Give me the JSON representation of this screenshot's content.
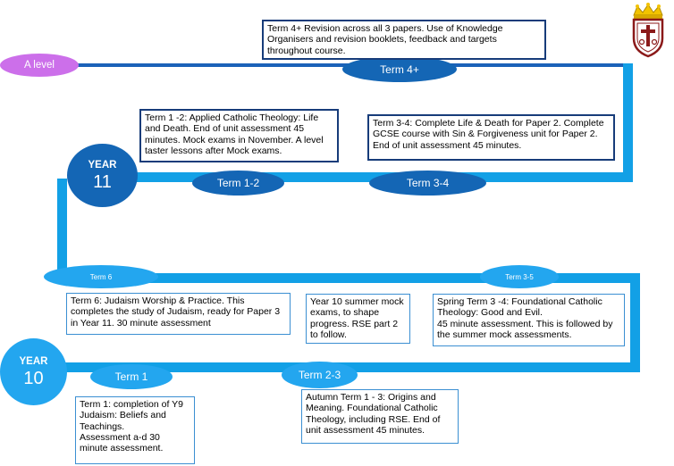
{
  "labels": {
    "a_level": "A level",
    "term_4plus": "Term 4+",
    "term_1_2": "Term 1-2",
    "term_3_4": "Term 3-4",
    "term_6": "Term 6",
    "term_3_5": "Term 3-5",
    "term_1": "Term 1",
    "term_2_3": "Term 2-3"
  },
  "years": {
    "y11_word": "YEAR",
    "y11_num": "11",
    "y10_word": "YEAR",
    "y10_num": "10"
  },
  "boxes": {
    "term4plus": "Term 4+ Revision across all 3 papers. Use of Knowledge Organisers and revision booklets, feedback and targets throughout course.",
    "y11_term12": "Term 1 -2: Applied Catholic Theology: Life and Death. End of unit assessment 45 minutes. Mock exams in November. A level taster lessons after Mock exams.",
    "y11_term34": "Term 3-4: Complete Life & Death for Paper 2. Complete GCSE course with Sin & Forgiveness unit for Paper 2. End of unit assessment 45 minutes.",
    "y10_term6": "Term 6: Judaism Worship & Practice. This completes the study of Judaism, ready for Paper 3 in Year 11. 30 minute assessment",
    "y10_summer_mock": "Year 10 summer mock exams, to shape progress. RSE part 2 to follow.",
    "y10_spring": "Spring Term 3 -4: Foundational Catholic Theology: Good and Evil.\n45 minute assessment.  This is followed by the summer mock assessments.",
    "y10_term1": "Term 1: completion of Y9 Judaism: Beliefs and Teachings.\nAssessment a-d 30 minute assessment.",
    "y10_autumn": "Autumn Term 1 - 3: Origins and Meaning. Foundational Catholic Theology, including RSE. End of unit assessment 45 minutes."
  },
  "colors": {
    "track_light": "#12a0e6",
    "track_dark": "#1b62b8",
    "year_circle": "#1466b5",
    "a_level_oval": "#cc6fea"
  },
  "icons": {
    "crest": "school-crest-icon"
  }
}
